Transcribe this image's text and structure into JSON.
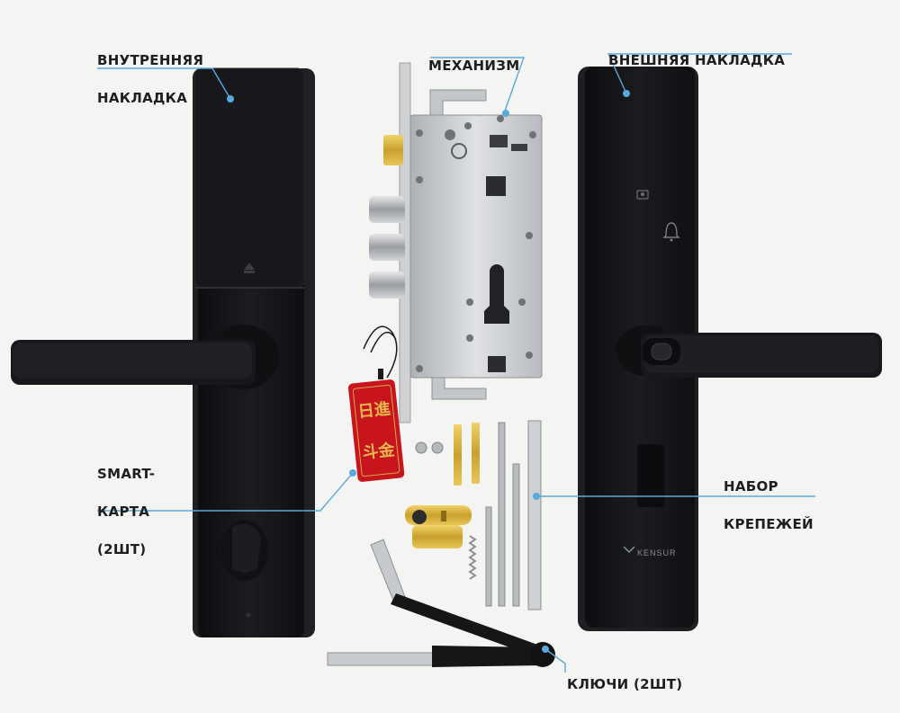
{
  "labels": {
    "inner_plate": [
      "ВНУТРЕННЯЯ",
      "НАКЛАДКА"
    ],
    "mechanism": [
      "МЕХАНИЗМ"
    ],
    "outer_plate": [
      "ВНЕШНЯЯ НАКЛАДКА"
    ],
    "smart_card": [
      "SMART-",
      "КАРТА",
      "(2ШТ)"
    ],
    "fasteners": [
      "НАБОР",
      "КРЕПЕЖЕЙ"
    ],
    "keys": [
      "КЛЮЧИ (2ШТ)"
    ]
  },
  "card_text": "日進斗金",
  "brand_logo": "KENSUR",
  "colors": {
    "background": "#f4f4f2",
    "plate": "#141518",
    "plate_edge": "#2a2c30",
    "leader_line": "#5aa9dc",
    "label_text": "#1e1e1e",
    "card_red": "#c8141c",
    "card_gold": "#d7a84a",
    "steel": "#c9cccf",
    "brass": "#d9b43c"
  },
  "icons": [
    "doorbell-icon",
    "card-reader-icon",
    "arrow-up-icon",
    "fingerprint-icon"
  ]
}
